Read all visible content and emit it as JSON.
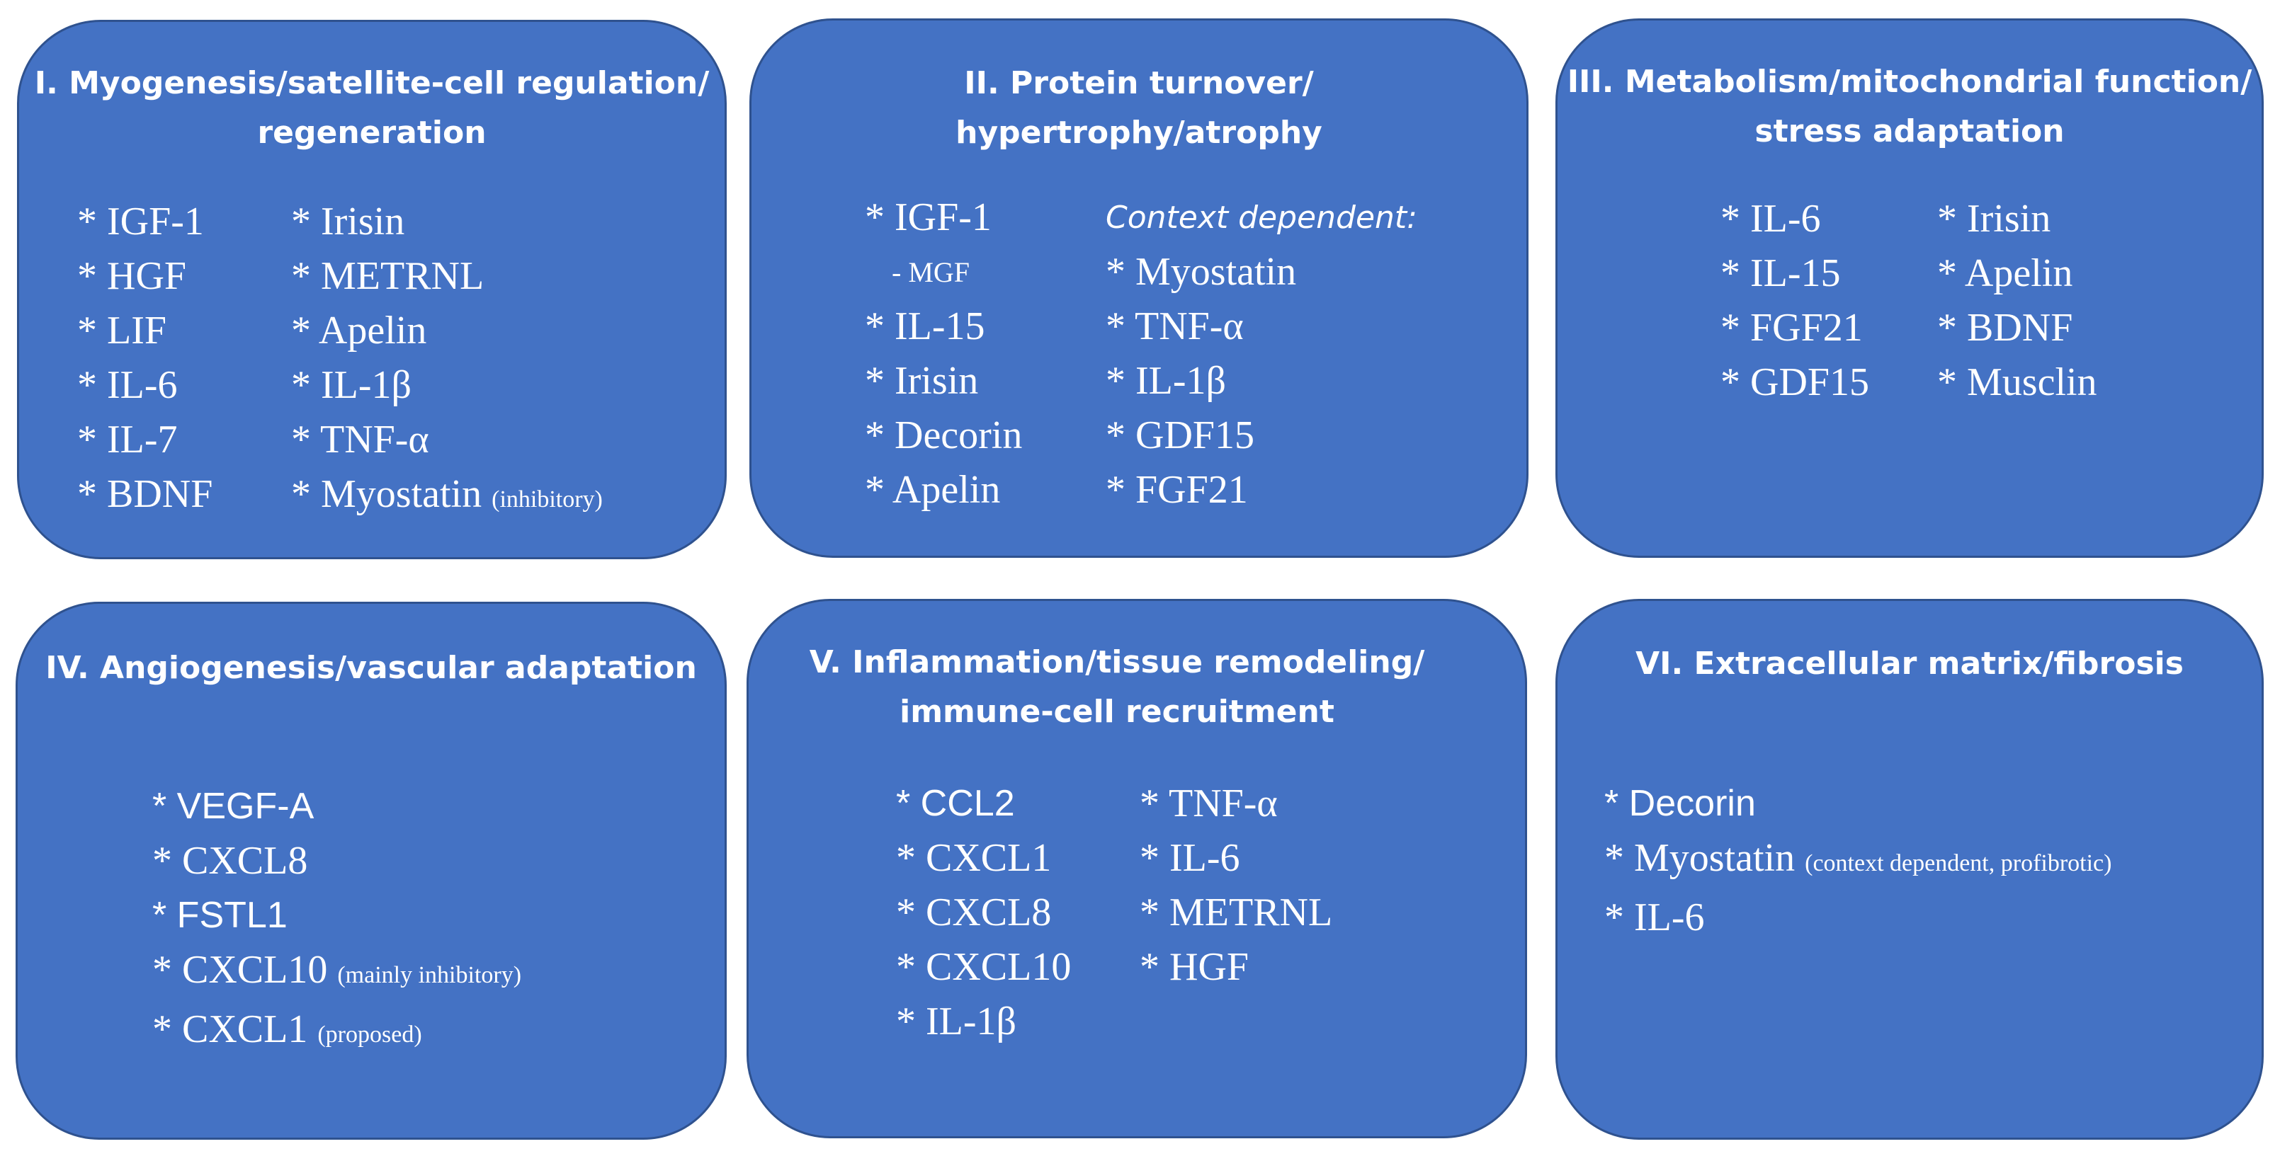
{
  "panels": [
    {
      "title": [
        "I. Myogenesis/satellite-cell regulation/",
        "regeneration"
      ],
      "col1": [
        "* IGF-1",
        "* HGF",
        "* LIF",
        "* IL-6",
        "* IL-7",
        "* BDNF"
      ],
      "col2": [
        "* Irisin",
        "* METRNL",
        "* Apelin",
        "* IL-1β",
        "* TNF-α",
        "* Myostatin"
      ],
      "col2_note": "(inhibitory)"
    },
    {
      "title": [
        "II. Protein turnover/",
        "hypertrophy/atrophy"
      ],
      "col1": [
        "* IGF-1",
        "- MGF",
        "* IL-15",
        "* Irisin",
        "* Decorin",
        "* Apelin"
      ],
      "col2_header": "Context dependent:",
      "col2": [
        "* Myostatin",
        "* TNF-α",
        "* IL-1β",
        "* GDF15",
        "* FGF21"
      ]
    },
    {
      "title": [
        "III. Metabolism/mitochondrial function/",
        "stress adaptation"
      ],
      "col1": [
        "* IL-6",
        "* IL-15",
        "* FGF21",
        "* GDF15"
      ],
      "col2": [
        "* Irisin",
        "* Apelin",
        "* BDNF",
        "* Musclin"
      ]
    },
    {
      "title": [
        "IV. Angiogenesis/vascular adaptation"
      ],
      "col1": [
        "* VEGF-A",
        "* CXCL8",
        "* FSTL1",
        "* CXCL10",
        "* CXCL1"
      ],
      "col1_notes": [
        "",
        "",
        "",
        "(mainly inhibitory)",
        "(proposed)"
      ]
    },
    {
      "title": [
        "V. Inflammation/tissue remodeling/",
        "immune-cell recruitment"
      ],
      "col1": [
        "* CCL2",
        "* CXCL1",
        "* CXCL8",
        "* CXCL10",
        "* IL-1β"
      ],
      "col2": [
        "* TNF-α",
        "* IL-6",
        "* METRNL",
        "* HGF"
      ]
    },
    {
      "title": [
        "VI. Extracellular matrix/fibrosis"
      ],
      "col1": [
        "* Decorin",
        "* Myostatin",
        "* IL-6"
      ],
      "col1_notes": [
        "",
        "(context dependent, profibrotic)",
        ""
      ]
    }
  ],
  "colors": {
    "panel_fill": "#4472c4",
    "panel_border": "#2f528f",
    "text": "#ffffff"
  }
}
